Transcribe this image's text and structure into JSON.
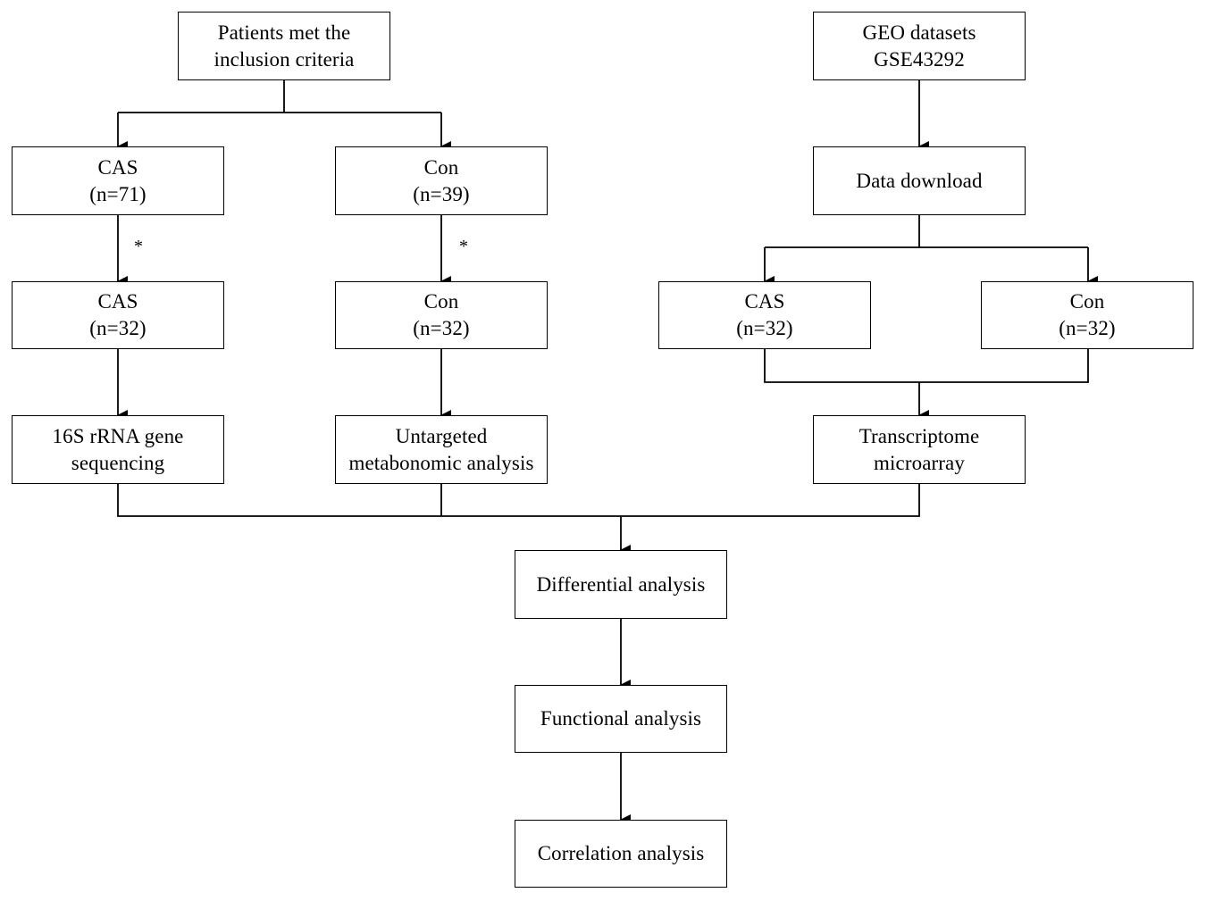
{
  "boxes": {
    "patients": {
      "line1": "Patients met the",
      "line2": "inclusion criteria"
    },
    "geo": {
      "line1": "GEO datasets",
      "line2": "GSE43292"
    },
    "cas71": {
      "line1": "CAS",
      "line2": "(n=71)"
    },
    "con39": {
      "line1": "Con",
      "line2": "(n=39)"
    },
    "data_download": {
      "line1": "Data download"
    },
    "cas32_left": {
      "line1": "CAS",
      "line2": "(n=32)"
    },
    "con32_left": {
      "line1": "Con",
      "line2": "(n=32)"
    },
    "cas32_geo": {
      "line1": "CAS",
      "line2": "(n=32)"
    },
    "con32_geo": {
      "line1": "Con",
      "line2": "(n=32)"
    },
    "rrna": {
      "line1": "16S rRNA gene",
      "line2": "sequencing"
    },
    "untargeted": {
      "line1": "Untargeted",
      "line2": "metabonomic analysis"
    },
    "transcriptome": {
      "line1": "Transcriptome",
      "line2": "microarray"
    },
    "differential": {
      "line1": "Differential analysis"
    },
    "functional": {
      "line1": "Functional analysis"
    },
    "correlation": {
      "line1": "Correlation analysis"
    }
  },
  "annotations": {
    "star_left": "*",
    "star_right": "*"
  },
  "colors": {
    "stroke": "#000000",
    "background": "#ffffff"
  }
}
